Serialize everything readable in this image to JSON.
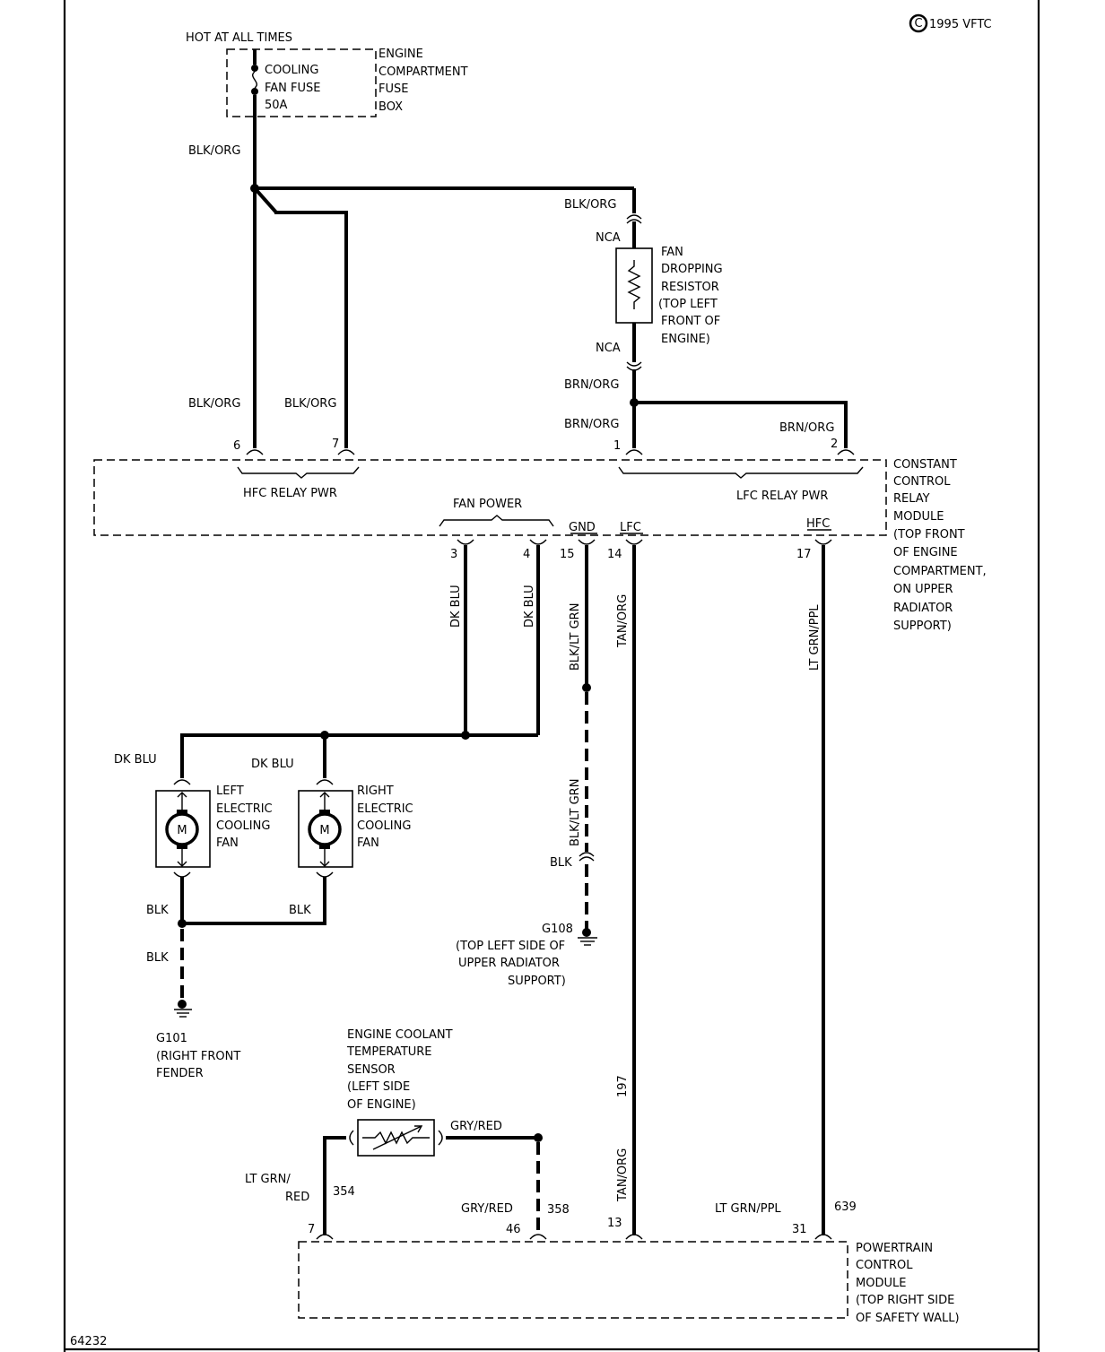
{
  "copyright": {
    "symbol": "C",
    "text": "1995 VFTC"
  },
  "figure_id": "64232",
  "fuse_box": {
    "hot_label": "HOT AT ALL TIMES",
    "fuse_label": [
      "COOLING",
      "FAN FUSE",
      "50A"
    ],
    "box_label": [
      "ENGINE",
      "COMPARTMENT",
      "FUSE",
      "BOX"
    ]
  },
  "resistor": {
    "label": [
      "FAN",
      "DROPPING",
      "RESISTOR",
      "(TOP LEFT",
      "FRONT OF",
      "ENGINE)"
    ],
    "nca_top": "NCA",
    "nca_bottom": "NCA"
  },
  "relay_module": {
    "label": [
      "CONSTANT",
      "CONTROL",
      "RELAY",
      "MODULE",
      "(TOP FRONT",
      "OF ENGINE",
      "COMPARTMENT,",
      "ON UPPER",
      "RADIATOR",
      "SUPPORT)"
    ],
    "hfc_relay_pwr": "HFC RELAY PWR",
    "lfc_relay_pwr": "LFC RELAY PWR",
    "fan_power": "FAN POWER",
    "gnd": "GND",
    "lfc": "LFC",
    "hfc": "HFC",
    "pins": {
      "p6": "6",
      "p7": "7",
      "p1": "1",
      "p2": "2",
      "p3": "3",
      "p4": "4",
      "p15": "15",
      "p14": "14",
      "p17": "17"
    }
  },
  "wires": {
    "blk_org_feed": "BLK/ORG",
    "blk_org_resistor": "BLK/ORG",
    "blk_org_6": "BLK/ORG",
    "blk_org_7": "BLK/ORG",
    "brn_org_splice": "BRN/ORG",
    "brn_org_1": "BRN/ORG",
    "brn_org_2": "BRN/ORG",
    "dk_blu_3": "DK BLU",
    "dk_blu_4": "DK BLU",
    "blk_lt_grn_15": "BLK/LT GRN",
    "blk_lt_grn_lower": "BLK/LT GRN",
    "tan_org_14": "TAN/ORG",
    "lt_grn_ppl_17": "LT GRN/PPL",
    "dk_blu_left": "DK BLU",
    "dk_blu_right": "DK BLU",
    "blk_left": "BLK",
    "blk_right": "BLK",
    "blk_ground": "BLK",
    "blk_g108": "BLK",
    "gry_red_sensor": "GRY/RED",
    "gry_red_46": "GRY/RED",
    "lt_grn_red": [
      "LT GRN/",
      "RED"
    ],
    "tan_org_13": "TAN/ORG",
    "lt_grn_ppl_31": "LT GRN/PPL"
  },
  "circuits": {
    "c197": "197",
    "c354": "354",
    "c358": "358",
    "c639": "639"
  },
  "left_fan": {
    "label": [
      "LEFT",
      "ELECTRIC",
      "COOLING",
      "FAN"
    ],
    "motor": "M"
  },
  "right_fan": {
    "label": [
      "RIGHT",
      "ELECTRIC",
      "COOLING",
      "FAN"
    ],
    "motor": "M"
  },
  "g101": {
    "label": [
      "G101",
      "(RIGHT FRONT",
      "FENDER"
    ]
  },
  "g108": {
    "label": [
      "G108",
      "(TOP LEFT SIDE OF",
      "UPPER RADIATOR",
      "SUPPORT)"
    ]
  },
  "sensor": {
    "label": [
      "ENGINE COOLANT",
      "TEMPERATURE",
      "SENSOR",
      "(LEFT SIDE",
      "OF ENGINE)"
    ]
  },
  "pcm": {
    "label": [
      "POWERTRAIN",
      "CONTROL",
      "MODULE",
      "(TOP RIGHT SIDE",
      "OF SAFETY WALL)"
    ],
    "pins": {
      "p7": "7",
      "p46": "46",
      "p13": "13",
      "p31": "31"
    }
  }
}
